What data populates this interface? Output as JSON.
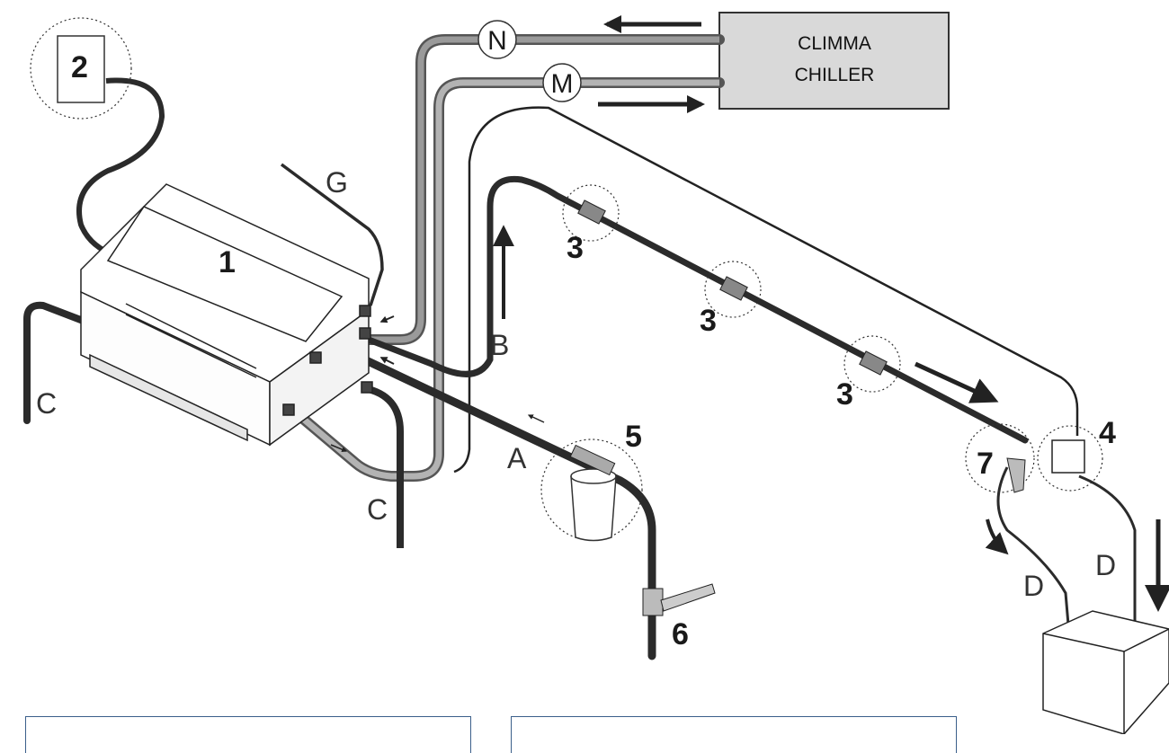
{
  "chiller": {
    "line1": "CLIMMA",
    "line2": "CHILLER"
  },
  "pipes": {
    "n": "N",
    "m": "M"
  },
  "letters": {
    "g": "G",
    "c_left": "C",
    "c_bottom": "C",
    "b": "B",
    "a": "A",
    "d_left": "D",
    "d_right": "D"
  },
  "components": {
    "c1": "1",
    "c2": "2",
    "c3a": "3",
    "c3b": "3",
    "c3c": "3",
    "c4": "4",
    "c5": "5",
    "c6": "6",
    "c7": "7"
  },
  "colors": {
    "hose_dark": "#2b2b2b",
    "hose_grey": "#8a8a8a",
    "chiller_fill": "#d9d9d9",
    "panel_border": "#3b5f8a"
  }
}
